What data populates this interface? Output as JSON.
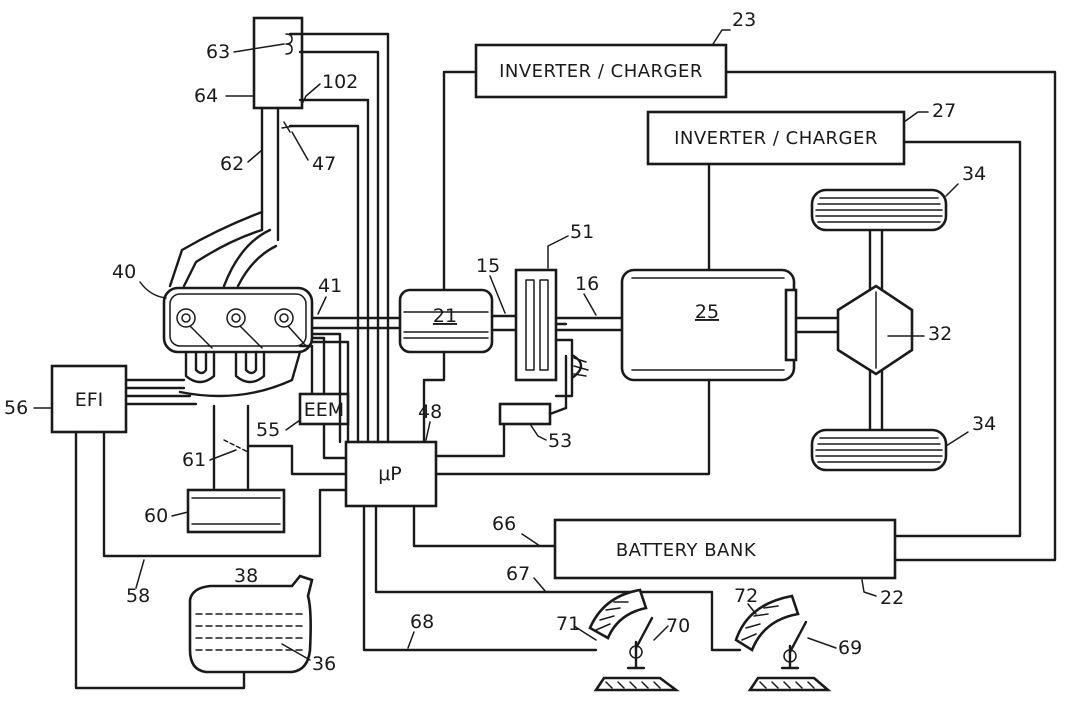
{
  "blocks": {
    "inverter_23": "INVERTER / CHARGER",
    "inverter_27": "INVERTER / CHARGER",
    "battery_bank": "BATTERY BANK",
    "efi": "EFI",
    "eem": "EEM",
    "microprocessor": "μP",
    "motor_21": "21",
    "motor_25": "25"
  },
  "refs": {
    "r23": "23",
    "r27": "27",
    "r34a": "34",
    "r34b": "34",
    "r32": "32",
    "r51": "51",
    "r15": "15",
    "r16": "16",
    "r63": "63",
    "r64": "64",
    "r102": "102",
    "r62": "62",
    "r47": "47",
    "r40": "40",
    "r41": "41",
    "r56": "56",
    "r55": "55",
    "r48": "48",
    "r53": "53",
    "r61": "61",
    "r60": "60",
    "r66": "66",
    "r67": "67",
    "r58": "58",
    "r38": "38",
    "r36": "36",
    "r68": "68",
    "r71": "71",
    "r70": "70",
    "r72": "72",
    "r69": "69",
    "r22": "22"
  }
}
